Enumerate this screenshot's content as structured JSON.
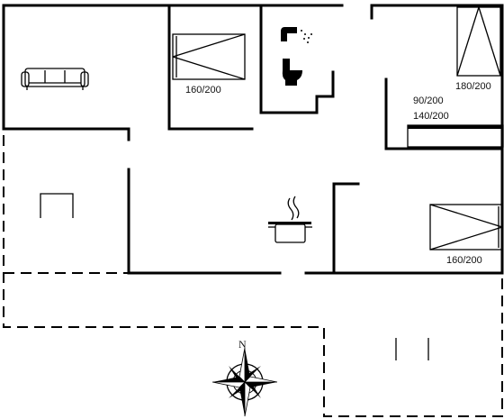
{
  "floorplan": {
    "bed_labels": {
      "bedroom_1": "160/200",
      "bedroom_2": "180/200",
      "bunk_line_1": "90/200",
      "bunk_line_2": "140/200",
      "bedroom_3": "160/200"
    },
    "compass": {
      "north_letter": "N"
    },
    "icons": [
      "sofa-icon",
      "table-icon",
      "bed-icon",
      "shower-icon",
      "toilet-icon",
      "cooking-pot-icon",
      "compass-rose-icon"
    ]
  }
}
